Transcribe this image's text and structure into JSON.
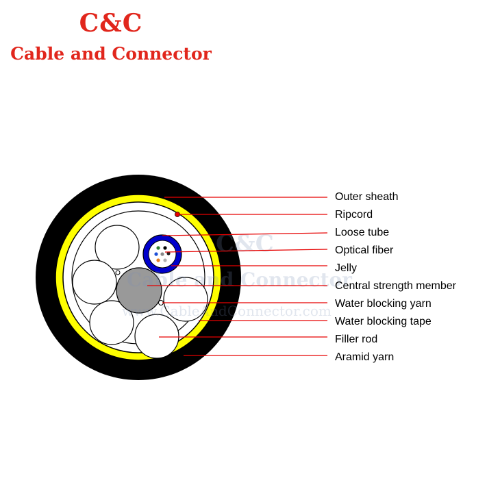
{
  "brand": {
    "title": "C&C",
    "subtitle": "Cable and Connector",
    "color": "#e1261c"
  },
  "watermark": {
    "line1": "C&C",
    "line2": "Cable and Connector",
    "line3": "www.CableAndConnector.com"
  },
  "colors": {
    "outer_sheath": "#000000",
    "aramid_yarn": "#ffff00",
    "loose_tube": "#0000cc",
    "central_member": "#999999",
    "callout_line": "#e60000"
  },
  "callouts": [
    "Outer sheath",
    "Ripcord",
    "Loose tube",
    "Optical fiber",
    "Jelly",
    "Central strength member",
    "Water blocking yarn",
    "Water blocking tape",
    "Filler rod",
    "Aramid yarn"
  ]
}
